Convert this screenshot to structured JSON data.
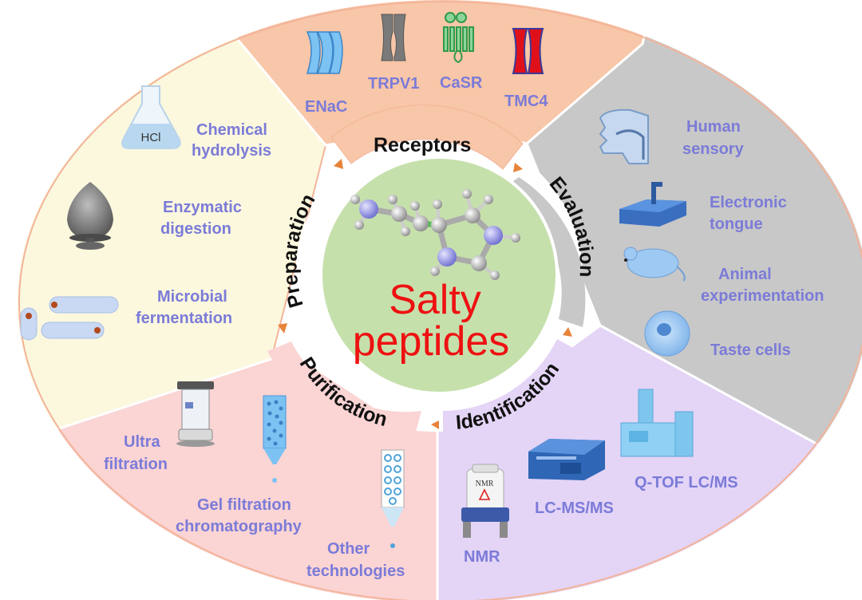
{
  "center": {
    "line1": "Salty",
    "line2": "peptides"
  },
  "ring_labels": {
    "receptors": "Receptors",
    "preparation": "Preparation",
    "evaluation": "Evaluation",
    "purification": "Purification",
    "identification": "Identification"
  },
  "receptors": {
    "enac": "ENaC",
    "trpv1": "TRPV1",
    "casr": "CaSR",
    "tmc4": "TMC4"
  },
  "preparation": {
    "hcl_flask_text": "HCl",
    "chem_1": "Chemical",
    "chem_2": "hydrolysis",
    "enz_1": "Enzymatic",
    "enz_2": "digestion",
    "mic_1": "Microbial",
    "mic_2": "fermentation"
  },
  "evaluation": {
    "hs_1": "Human",
    "hs_2": "sensory",
    "et_1": "Electronic",
    "et_2": "tongue",
    "ae_1": "Animal",
    "ae_2": "experimentation",
    "tc": "Taste cells"
  },
  "purification": {
    "uf_1": "Ultra",
    "uf_2": "filtration",
    "gf_1": "Gel filtration",
    "gf_2": "chromatography",
    "ot_1": "Other",
    "ot_2": "technologies"
  },
  "identification": {
    "nmr_device_text": "NMR",
    "nmr": "NMR",
    "lcmsms": "LC-MS/MS",
    "qtof": "Q-TOF LC/MS"
  },
  "colors": {
    "receptors_bg": "#f8c6a8",
    "preparation_bg": "#fbf8de",
    "evaluation_bg": "#c8c8c8",
    "purification_bg": "#fbd4d4",
    "identification_bg": "#e4d4f6",
    "center_bg": "#c6e0ac",
    "label_color": "#7b7bd8",
    "center_text": "#ee1111",
    "arrow": "#e8833a"
  }
}
